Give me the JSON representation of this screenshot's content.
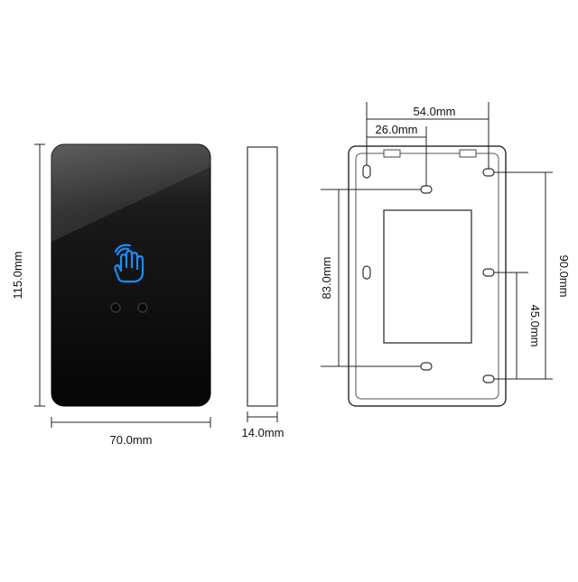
{
  "dimensions": {
    "front_height": "115.0mm",
    "front_width": "70.0mm",
    "side_depth": "14.0mm",
    "hole_spacing_top_outer": "54.0mm",
    "hole_spacing_top_inner": "26.0mm",
    "hole_spacing_vertical_inner": "83.0mm",
    "hole_spacing_vertical_outer": "90.0mm",
    "hole_spacing_vertical_short": "45.0mm"
  },
  "icons": {
    "touch": "touch-hand-icon",
    "sensor": "ir-sensor-icon"
  },
  "colors": {
    "panel_top": "#2b2b2b",
    "panel_bottom": "#050505",
    "touch_icon": "#1a8cff"
  }
}
